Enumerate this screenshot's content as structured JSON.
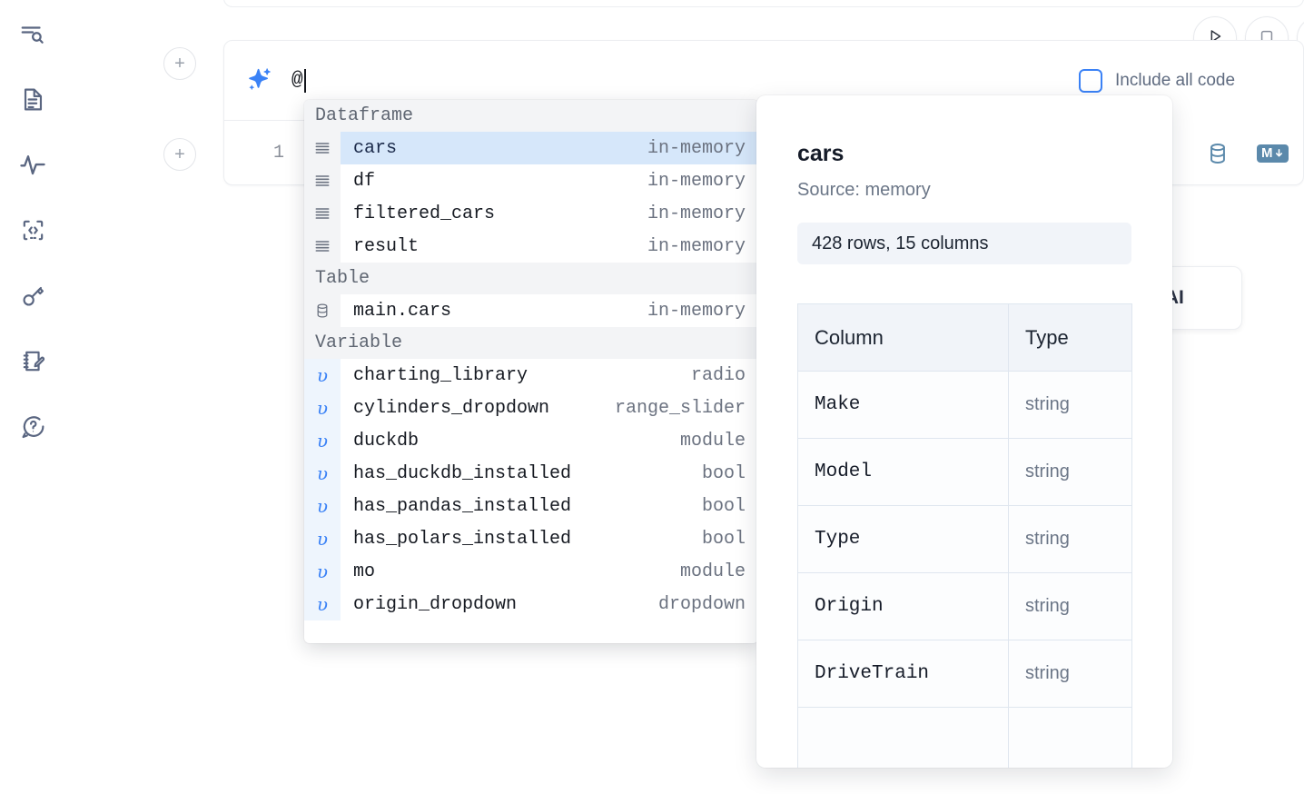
{
  "sidebar": {
    "items": [
      {
        "name": "search-outline-icon",
        "label": "Explore"
      },
      {
        "name": "document-icon",
        "label": "Notebook"
      },
      {
        "name": "activity-pulse-icon",
        "label": "Activity"
      },
      {
        "name": "code-brackets-icon",
        "label": "Snippets"
      },
      {
        "name": "key-icon",
        "label": "Secrets"
      },
      {
        "name": "notebook-edit-icon",
        "label": "Scratchpad"
      },
      {
        "name": "help-chat-icon",
        "label": "Help"
      }
    ]
  },
  "toolbar": {
    "run_label": "Run",
    "stop_label": "Stop",
    "include_all_code_label": "Include all code",
    "include_all_code_checked": false
  },
  "ai_cell": {
    "prompt_value": "@",
    "sparkle_icon": "sparkle-icon",
    "line_number": "1",
    "database_icon": "database-icon",
    "markdown_icon": "markdown-icon",
    "markdown_label": "M"
  },
  "ai_card": {
    "text": "h AI"
  },
  "add_buttons": {
    "label": "+"
  },
  "autocomplete": {
    "groups": [
      {
        "label": "Dataframe",
        "icon": "dataframe-icon",
        "items": [
          {
            "name": "cars",
            "kind": "in-memory",
            "selected": true
          },
          {
            "name": "df",
            "kind": "in-memory",
            "selected": false
          },
          {
            "name": "filtered_cars",
            "kind": "in-memory",
            "selected": false
          },
          {
            "name": "result",
            "kind": "in-memory",
            "selected": false
          }
        ]
      },
      {
        "label": "Table",
        "icon": "database-icon",
        "items": [
          {
            "name": "main.cars",
            "kind": "in-memory",
            "selected": false
          }
        ]
      },
      {
        "label": "Variable",
        "icon": "variable-icon",
        "glyph": "υ",
        "items": [
          {
            "name": "charting_library",
            "kind": "radio",
            "selected": false
          },
          {
            "name": "cylinders_dropdown",
            "kind": "range_slider",
            "selected": false
          },
          {
            "name": "duckdb",
            "kind": "module",
            "selected": false
          },
          {
            "name": "has_duckdb_installed",
            "kind": "bool",
            "selected": false
          },
          {
            "name": "has_pandas_installed",
            "kind": "bool",
            "selected": false
          },
          {
            "name": "has_polars_installed",
            "kind": "bool",
            "selected": false
          },
          {
            "name": "mo",
            "kind": "module",
            "selected": false
          },
          {
            "name": "origin_dropdown",
            "kind": "dropdown",
            "selected": false
          }
        ]
      }
    ]
  },
  "preview": {
    "title": "cars",
    "source": "Source: memory",
    "shape": "428 rows, 15 columns",
    "columns_header": "Column",
    "type_header": "Type",
    "rows": [
      {
        "column": "Make",
        "type": "string"
      },
      {
        "column": "Model",
        "type": "string"
      },
      {
        "column": "Type",
        "type": "string"
      },
      {
        "column": "Origin",
        "type": "string"
      },
      {
        "column": "DriveTrain",
        "type": "string"
      }
    ]
  },
  "colors": {
    "accent_blue": "#3b82f6",
    "selection_blue": "#d6e7fa",
    "icon_steel": "#5b89ab",
    "group_header_bg": "#f3f4f6"
  }
}
